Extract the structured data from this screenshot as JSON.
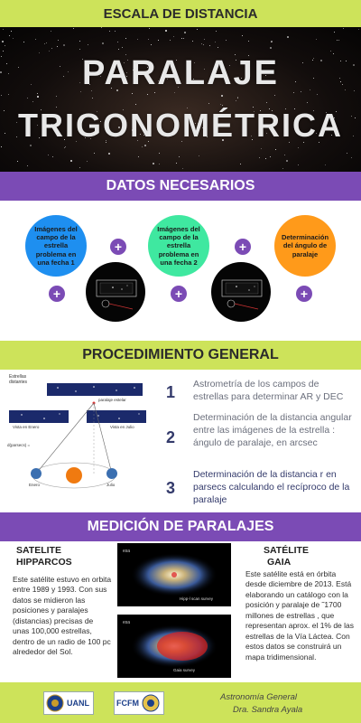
{
  "header": {
    "title": "ESCALA DE DISTANCIA"
  },
  "hero": {
    "line1": "PARALAJE",
    "line2": "TRIGONOMÉTRICA"
  },
  "section_datos": {
    "title": "DATOS NECESARIOS"
  },
  "datos": {
    "item1": "Imágenes del campo de la estrella problema en una fecha 1",
    "item2": "Imágenes del campo de la estrella problema en una fecha 2",
    "item3": "Determinación del ángulo de paralaje",
    "plus": "+"
  },
  "section_proc": {
    "title": "PROCEDIMIENTO GENERAL"
  },
  "diagram": {
    "label_estrellas": "Estrellas distantes",
    "label_paralaje": "paralaje estelar",
    "label_enero": "Vista en Enero",
    "label_julio": "Vista en Julio",
    "label_enero2": "Enero",
    "label_julio2": "Julio",
    "label_d": "d(parsecs) ="
  },
  "steps": [
    {
      "num": "1",
      "text": "Astrometría de los campos de estrellas para determinar AR y DEC"
    },
    {
      "num": "2",
      "text": "Determinación de la distancia angular entre las imágenes de la estrella : ángulo de paralaje, en arcsec"
    },
    {
      "num": "3",
      "text": "Determinación de la distancia  r en parsecs calculando el recíproco de la paralaje"
    }
  ],
  "section_med": {
    "title": "MEDICIÓN DE PARALAJES"
  },
  "hipparcos": {
    "title_l1": "SATELITE",
    "title_l2": "HIPPARCOS",
    "text": "Este satélite estuvo en orbita entre 1989 y 1993. Con sus datos se midieron las posiciones y paralajes (distancias) precisas de unas 100,000 estrellas, dentro de un radio de 100 pc alrededor del Sol.",
    "img_caption": "Hipp-l scan survey"
  },
  "gaia": {
    "title_l1": "SATÉLITE",
    "title_l2": "GAIA",
    "text": "Este satélite está en órbita desde diciembre de 2013. Está elaborando un catálogo con la posición y paralaje de ˜1700 millones de estrellas , que representan aprox. el 1% de las estrellas de la Vía Láctea. Con estos datos se construirá un mapa tridimensional.",
    "img_caption": "Gaia survey"
  },
  "footer": {
    "logo1": "UANL",
    "logo2": "FCFM",
    "line1": "Astronomía General",
    "line2": "Dra. Sandra Ayala"
  },
  "colors": {
    "lime": "#cde35a",
    "purple": "#7b4bb5",
    "blue": "#1e8ff0",
    "green": "#3fe8a0",
    "orange": "#ff9a1a"
  }
}
